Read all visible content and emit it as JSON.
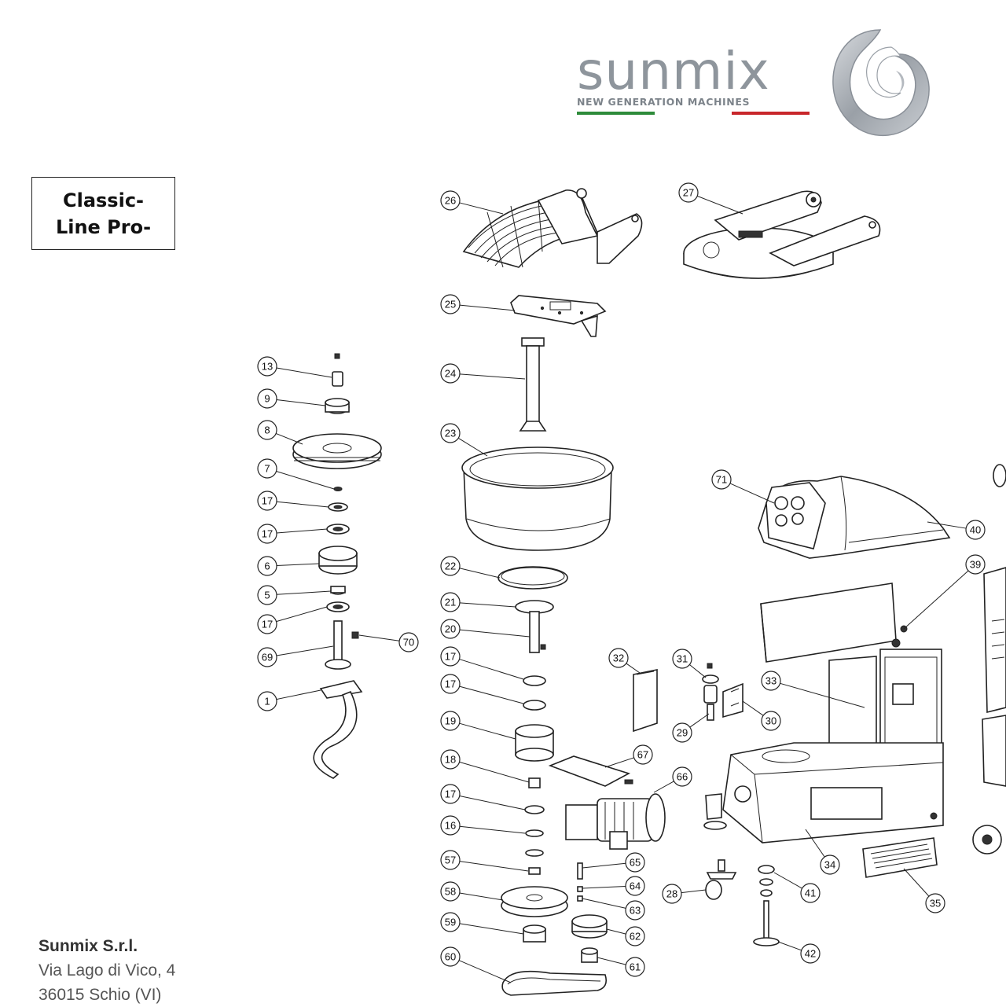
{
  "logo": {
    "wordmark": "sunmix",
    "tagline": "NEW GENERATION MACHINES",
    "flag_colors": [
      "#2e8b3a",
      "#ffffff",
      "#c8262b"
    ],
    "mark_icon": "swirl-logo-icon",
    "text_color": "#8e959c"
  },
  "model": {
    "line1": "Classic-",
    "line2": "Line Pro-"
  },
  "address": {
    "company": "Sunmix S.r.l.",
    "street": "Via Lago di Vico, 4",
    "city": "36015 Schio (VI)"
  },
  "diagram": {
    "parts": [
      {
        "label": "26"
      },
      {
        "label": "27"
      },
      {
        "label": "25"
      },
      {
        "label": "24"
      },
      {
        "label": "23"
      },
      {
        "label": "13"
      },
      {
        "label": "9"
      },
      {
        "label": "8"
      },
      {
        "label": "7"
      },
      {
        "label": "17"
      },
      {
        "label": "17"
      },
      {
        "label": "6"
      },
      {
        "label": "5"
      },
      {
        "label": "17"
      },
      {
        "label": "69"
      },
      {
        "label": "70"
      },
      {
        "label": "1"
      },
      {
        "label": "22"
      },
      {
        "label": "21"
      },
      {
        "label": "20"
      },
      {
        "label": "17"
      },
      {
        "label": "17"
      },
      {
        "label": "19"
      },
      {
        "label": "18"
      },
      {
        "label": "17"
      },
      {
        "label": "16"
      },
      {
        "label": "57"
      },
      {
        "label": "58"
      },
      {
        "label": "59"
      },
      {
        "label": "60"
      },
      {
        "label": "67"
      },
      {
        "label": "66"
      },
      {
        "label": "65"
      },
      {
        "label": "64"
      },
      {
        "label": "63"
      },
      {
        "label": "62"
      },
      {
        "label": "61"
      },
      {
        "label": "32"
      },
      {
        "label": "31"
      },
      {
        "label": "29"
      },
      {
        "label": "30"
      },
      {
        "label": "33"
      },
      {
        "label": "34"
      },
      {
        "label": "28"
      },
      {
        "label": "41"
      },
      {
        "label": "42"
      },
      {
        "label": "35"
      },
      {
        "label": "71"
      },
      {
        "label": "40"
      },
      {
        "label": "39"
      }
    ]
  }
}
